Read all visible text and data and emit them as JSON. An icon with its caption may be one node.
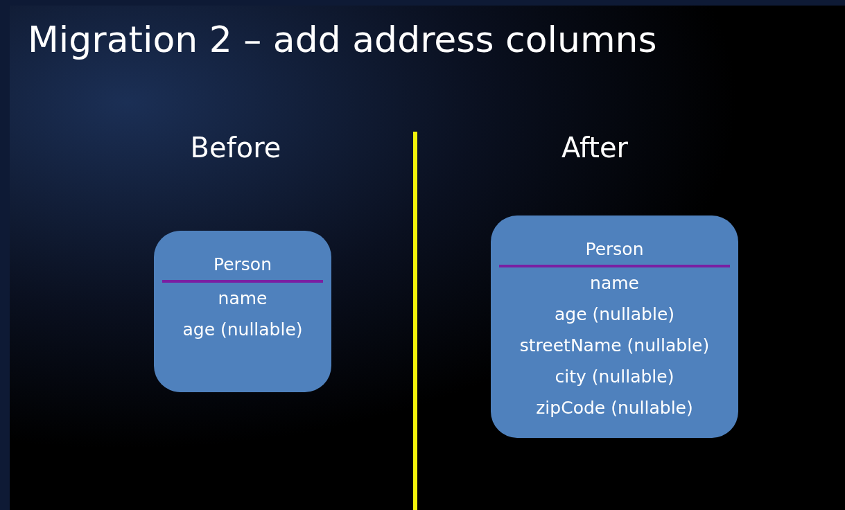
{
  "diagram": {
    "title": "Migration 2 – add address columns",
    "nodes": [
      {
        "text": [
          "Person",
          "name",
          "age (nullable)"
        ]
      },
      {
        "text": [
          "Person",
          "name",
          "age (nullable)",
          "streetName (nullable)",
          "city (nullable)",
          "zipCode (nullable)"
        ]
      }
    ],
    "labels": [
      "Before",
      "After"
    ]
  }
}
